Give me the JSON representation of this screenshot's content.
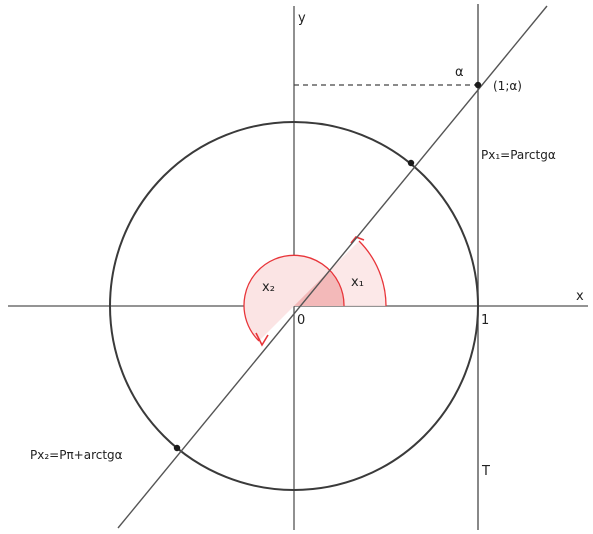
{
  "labels": {
    "y_axis": "y",
    "x_axis": "x",
    "origin": "0",
    "one": "1",
    "alpha": "α",
    "point_1_alpha": "(1;α)",
    "px1": "Px₁=Parctgα",
    "px2": "Px₂=Pπ+arctgα",
    "x1": "x₁",
    "x2": "x₂",
    "tangent": "T"
  },
  "colors": {
    "stroke": "#444444",
    "circle": "#3a3a3a",
    "angle_red": "#e8353a",
    "angle_fill": "#fbe4e4",
    "angle_fill_dark": "#f3b9b9",
    "point": "#1a1a1a"
  }
}
